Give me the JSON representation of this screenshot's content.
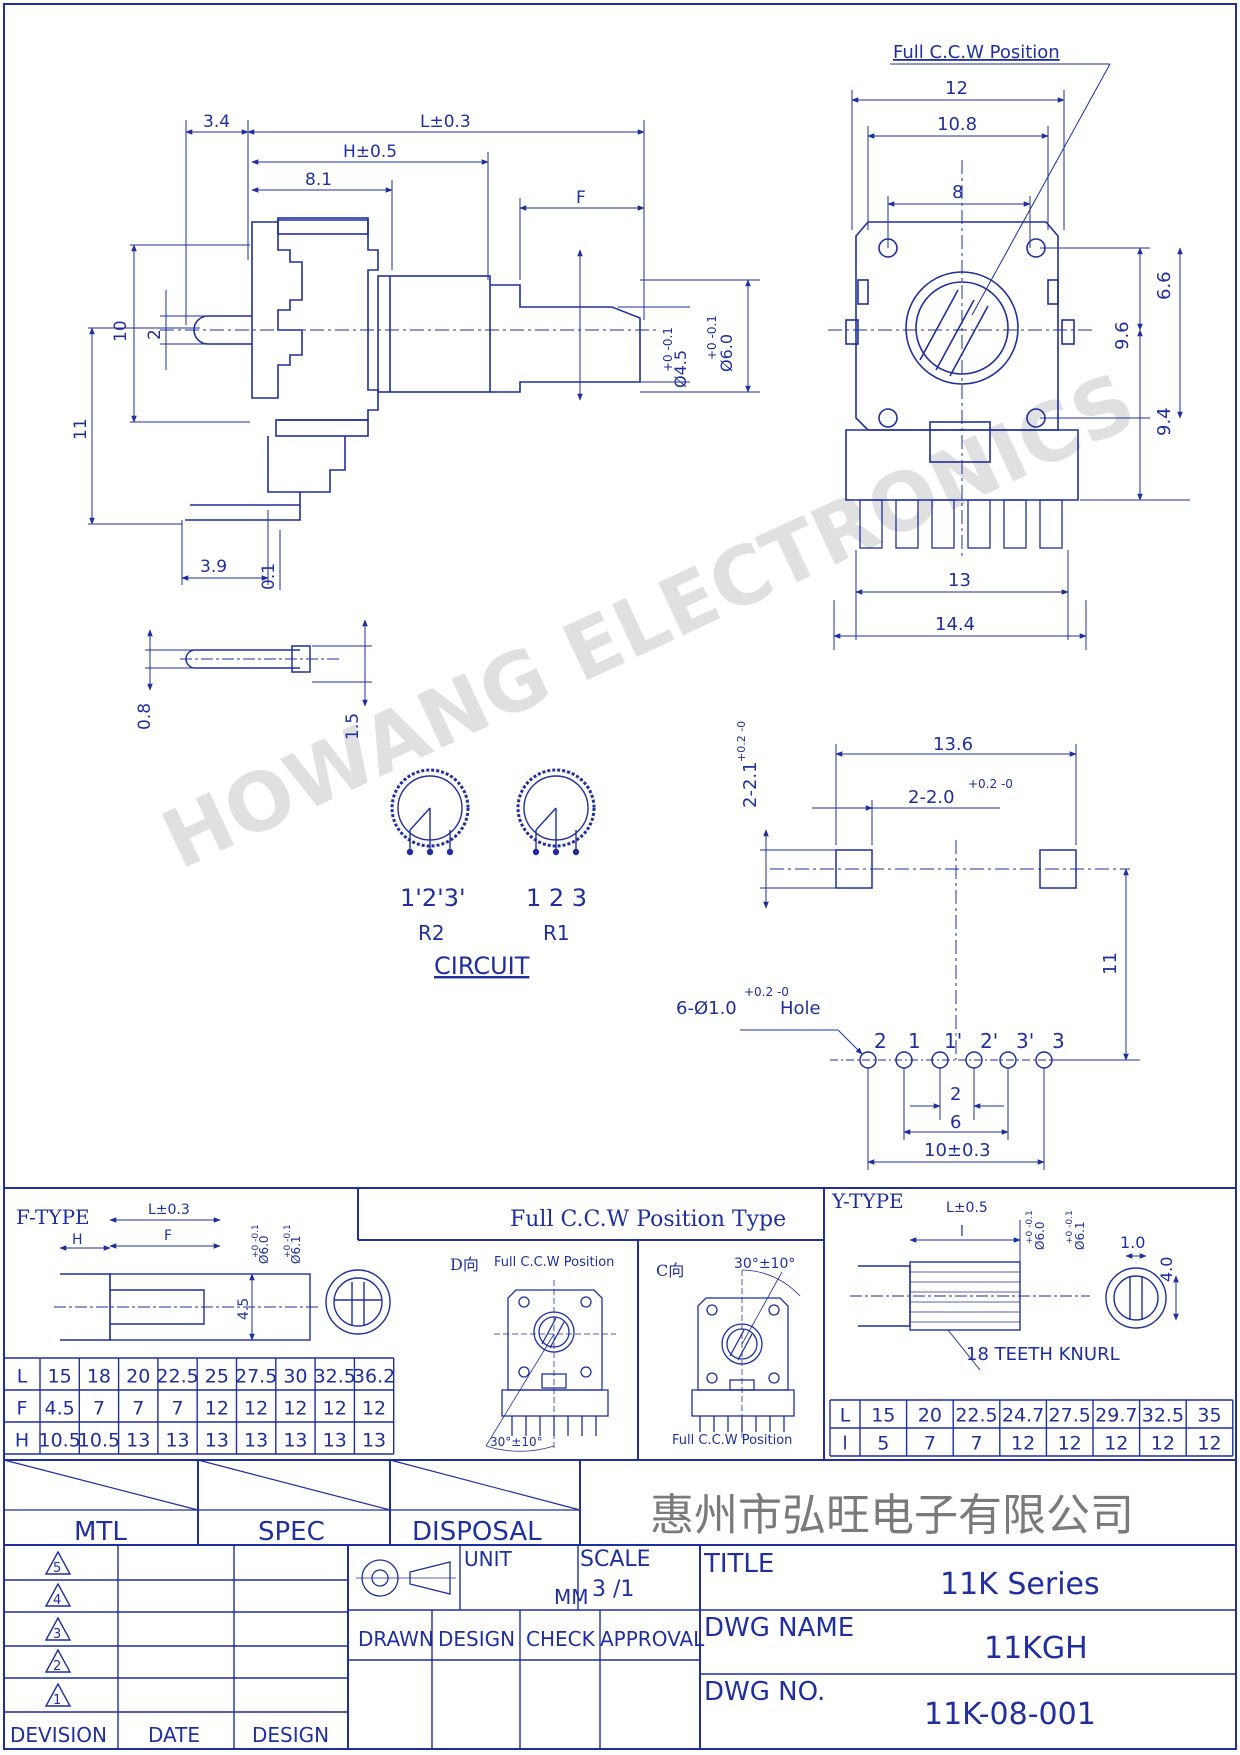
{
  "watermark": "HOWANG ELECTRONICS",
  "side_view": {
    "d_3_4": "3.4",
    "d_L": "L±0.3",
    "d_H": "H±0.5",
    "d_8_1": "8.1",
    "d_F": "F",
    "d_10": "10",
    "d_2": "2",
    "d_11": "11",
    "d_3_9": "3.9",
    "d_0_1": "0.1",
    "d_dia45": "Ø4.5",
    "d_dia45_tol": "+0 -0.1",
    "d_dia60": "Ø6.0",
    "d_dia60_tol": "+0 -0.1"
  },
  "pin_detail": {
    "d_0_8": "0.8",
    "d_1_5": "1.5"
  },
  "front_view": {
    "note": "Full C.C.W Position",
    "d_12": "12",
    "d_10_8": "10.8",
    "d_8": "8",
    "d_6_6": "6.6",
    "d_9_6": "9.6",
    "d_9_4": "9.4",
    "d_13": "13",
    "d_14_4": "14.4"
  },
  "circuit": {
    "title": "CIRCUIT",
    "r2_pins": "1'2'3'",
    "r2_label": "R2",
    "r1_pins": "1 2 3",
    "r1_label": "R1"
  },
  "pcb_layout": {
    "d_13_6": "13.6",
    "d_2_2_0": "2-2.0",
    "d_2_2_0_tol": "+0.2 -0",
    "d_2_2_1": "2-2.1",
    "d_2_2_1_tol": "+0.2 -0",
    "d_11": "11",
    "hole_prefix": "6-Ø1.0",
    "hole_tol": "+0.2 -0",
    "hole_suffix": "Hole",
    "pins": [
      "2",
      "1",
      "1'",
      "2'",
      "3'",
      "3"
    ],
    "d_2": "2",
    "d_6": "6",
    "d_10": "10±0.3"
  },
  "f_type": {
    "title": "F-TYPE",
    "h": "H",
    "l": "L±0.3",
    "f": "F",
    "h45": "4.5",
    "dia60": "Ø6.0",
    "dia60_tol": "+0 -0.1",
    "dia61": "Ø6.1",
    "dia61_tol": "+0 -0.1",
    "table": [
      [
        "L",
        "15",
        "18",
        "20",
        "22.5",
        "25",
        "27.5",
        "30",
        "32.5",
        "36.2"
      ],
      [
        "F",
        "4.5",
        "7",
        "7",
        "7",
        "12",
        "12",
        "12",
        "12",
        "12"
      ],
      [
        "H",
        "10.5",
        "10.5",
        "13",
        "13",
        "13",
        "13",
        "13",
        "13",
        "13"
      ]
    ]
  },
  "ccw_type": {
    "title": "Full C.C.W Position Type",
    "d_label": "D向",
    "d_note": "Full C.C.W Position",
    "d_angle": "30°±10°",
    "c_label": "C向",
    "c_angle": "30°±10°",
    "c_note": "Full C.C.W Position"
  },
  "y_type": {
    "title": "Y-TYPE",
    "l": "L±0.5",
    "i": "l",
    "dia60": "Ø6.0",
    "dia60_tol": "+0 -0.1",
    "dia61": "Ø6.1",
    "dia61_tol": "+0 -0.1",
    "d_1_0": "1.0",
    "d_4_0": "4.0",
    "knurl": "18 TEETH KNURL",
    "table": [
      [
        "L",
        "15",
        "20",
        "22.5",
        "24.7",
        "27.5",
        "29.7",
        "32.5",
        "35"
      ],
      [
        "l",
        "5",
        "7",
        "7",
        "12",
        "12",
        "12",
        "12",
        "12"
      ]
    ]
  },
  "title_block": {
    "mtl": "MTL",
    "spec": "SPEC",
    "disposal": "DISPOSAL",
    "company": "惠州市弘旺电子有限公司",
    "revs": [
      "5",
      "4",
      "3",
      "2",
      "1"
    ],
    "unit": "UNIT",
    "unit_val": "MM",
    "scale": "SCALE",
    "scale_val": "3 /1",
    "drawn": "DRAWN",
    "design": "DESIGN",
    "check": "CHECK",
    "approval": "APPROVAL",
    "title_lbl": "TITLE",
    "title_val": "11K  Series",
    "dwg_name_lbl": "DWG  NAME",
    "dwg_name_val": "11KGH",
    "dwg_no_lbl": "DWG  NO.",
    "dwg_no_val": "11K-08-001",
    "devision": "DEVISION",
    "date": "DATE",
    "design2": "DESIGN"
  },
  "colors": {
    "ink": "#1f2f9f",
    "watermark": "#c8c8c8"
  }
}
